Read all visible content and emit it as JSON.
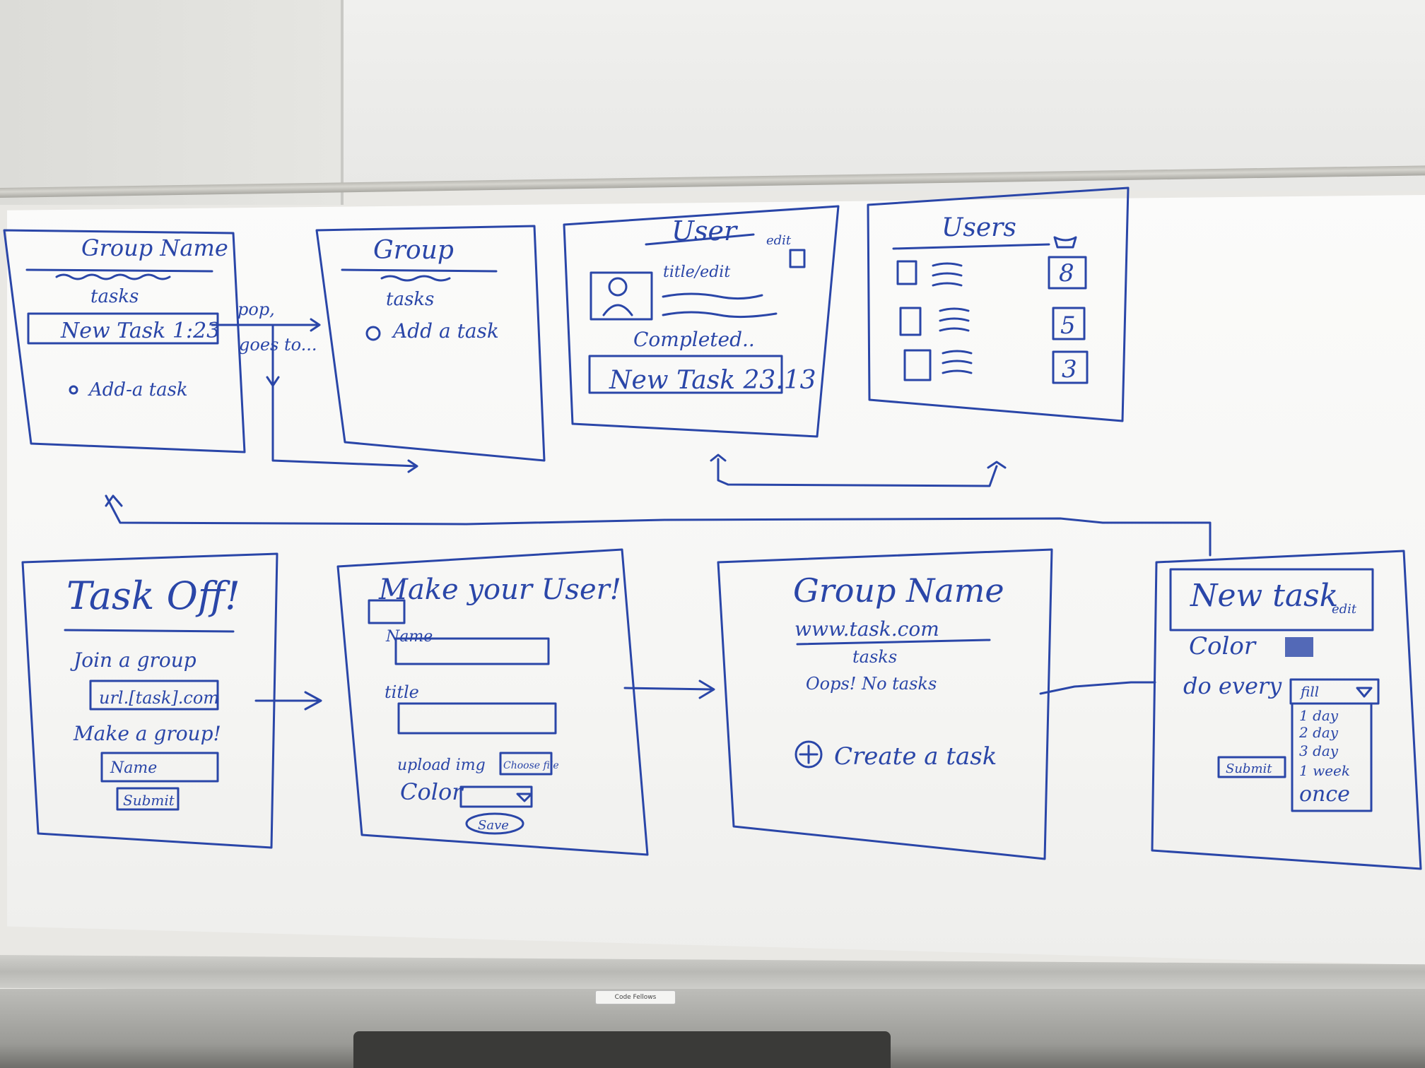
{
  "tray_label": "Code Fellows",
  "panels": {
    "p1": {
      "title": "Group Name",
      "sub": "tasks",
      "item": "New Task 1:23",
      "add": "Add-a task"
    },
    "p2": {
      "title": "Group",
      "sub": "tasks",
      "add": "Add a task"
    },
    "p3": {
      "title": "User",
      "edit": "edit",
      "sub": "title/edit",
      "completed": "Completed..",
      "item": "New Task 23.13"
    },
    "p4": {
      "title": "Users",
      "scores": [
        "8",
        "5",
        "3"
      ]
    },
    "p5": {
      "title": "Task Off!",
      "join": "Join a group",
      "url": "url.[task].com",
      "make": "Make a group!",
      "name": "Name",
      "submit": "Submit"
    },
    "p6": {
      "title": "Make your User!",
      "name": "Name",
      "title_field": "title",
      "upload": "upload img",
      "choose": "Choose file",
      "color": "Color",
      "save": "Save"
    },
    "p7": {
      "title": "Group Name",
      "url": "www.task.com",
      "sub": "tasks",
      "empty": "Oops! No tasks",
      "create": "Create a task"
    },
    "p8": {
      "title": "New task",
      "edit": "edit",
      "color": "Color",
      "every": "do every",
      "select": "fill",
      "options": [
        "1 day",
        "2 day",
        "3 day",
        "1 week",
        "once"
      ],
      "submit": "Submit"
    }
  },
  "annotations": {
    "pop": "pop,",
    "goes": "goes to..."
  }
}
